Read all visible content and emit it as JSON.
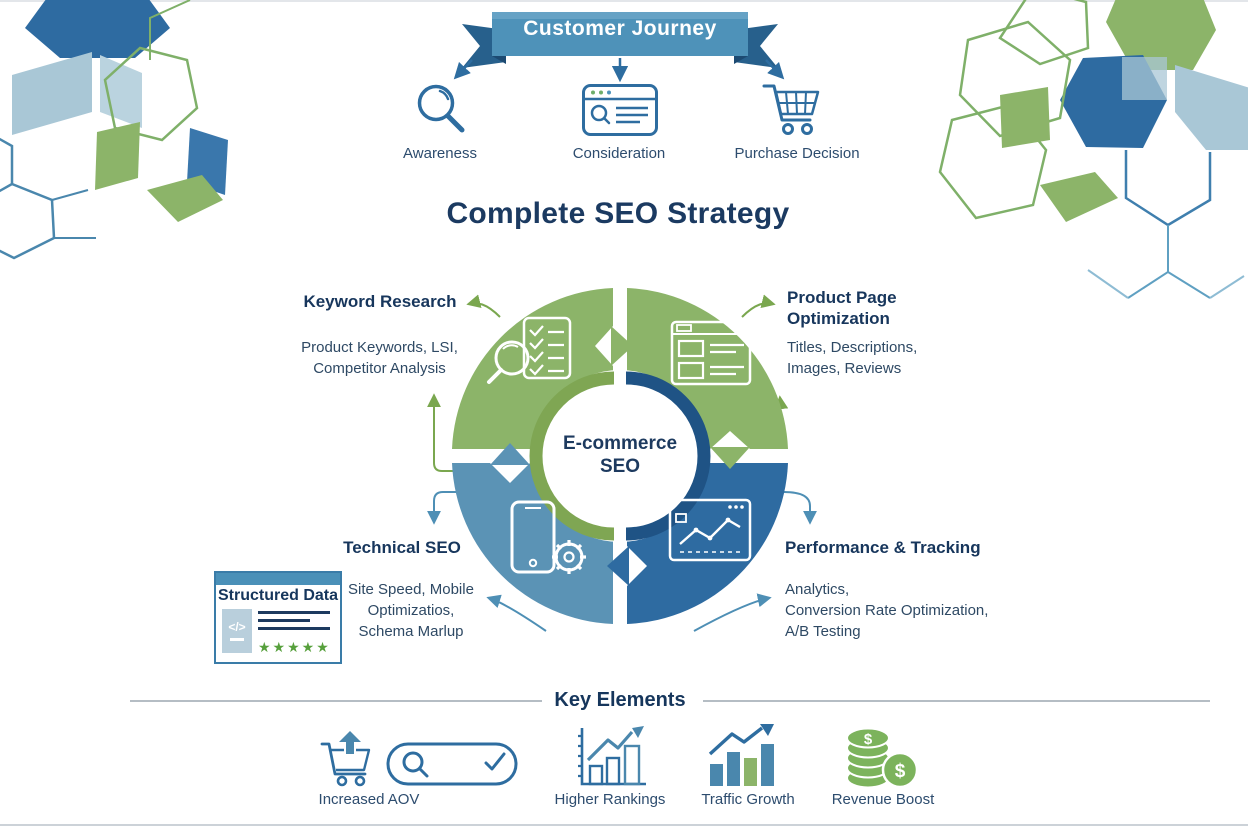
{
  "banner": {
    "title": "Customer Journey"
  },
  "journey": {
    "steps": [
      {
        "label": "Awareness",
        "icon": "magnifier-icon"
      },
      {
        "label": "Consideration",
        "icon": "browser-profile-icon"
      },
      {
        "label": "Purchase Decision",
        "icon": "shopping-cart-icon"
      }
    ]
  },
  "main_title": "Complete SEO Strategy",
  "wheel": {
    "center_label": "E-commerce\nSEO",
    "quadrants": [
      {
        "title": "Keyword Research",
        "details": "Product Keywords, LSI,\nCompetitor Analysis",
        "color": "#8cb469",
        "icon": "magnifier-checklist-icon"
      },
      {
        "title": "Product Page\nOptimization",
        "details": "Titles, Descriptions,\nImages, Reviews",
        "color": "#8cb469",
        "icon": "product-page-icon"
      },
      {
        "title": "Technical SEO",
        "details": "Site Speed, Mobile\nOptimizatios,\nSchema Marlup",
        "color": "#5b93b5",
        "icon": "mobile-gear-icon"
      },
      {
        "title": "Performance & Tracking",
        "details": "Analytics,\nConversion Rate Optimization,\nA/B Testing",
        "color": "#2e6ba1",
        "icon": "analytics-dashboard-icon"
      }
    ]
  },
  "structured_card": {
    "title": "Structured Data",
    "code_glyph": "</>",
    "stars": "★★★★★"
  },
  "key_elements": {
    "heading": "Key Elements",
    "items": [
      {
        "label": "Increased AOV",
        "icon": "cart-up-icon"
      },
      {
        "label": "Higher Rankings",
        "icon": "rankings-chart-icon"
      },
      {
        "label": "Traffic Growth",
        "icon": "traffic-bars-icon"
      },
      {
        "label": "Revenue Boost",
        "icon": "coins-icon"
      }
    ]
  },
  "icons": {
    "dollar": "$"
  },
  "colors": {
    "green": "#8cb469",
    "green_line": "#7aa74f",
    "steel_blue": "#5b93b5",
    "dark_blue": "#2e6ba1",
    "icon_blue": "#2e6da0",
    "ring_navy": "#1f5385",
    "ring_green": "#7fa653",
    "banner_band": "#4e92b9",
    "banner_tail": "#27608c",
    "navy_text": "#1d3a5f",
    "light_blue": "#a9c7d6"
  }
}
